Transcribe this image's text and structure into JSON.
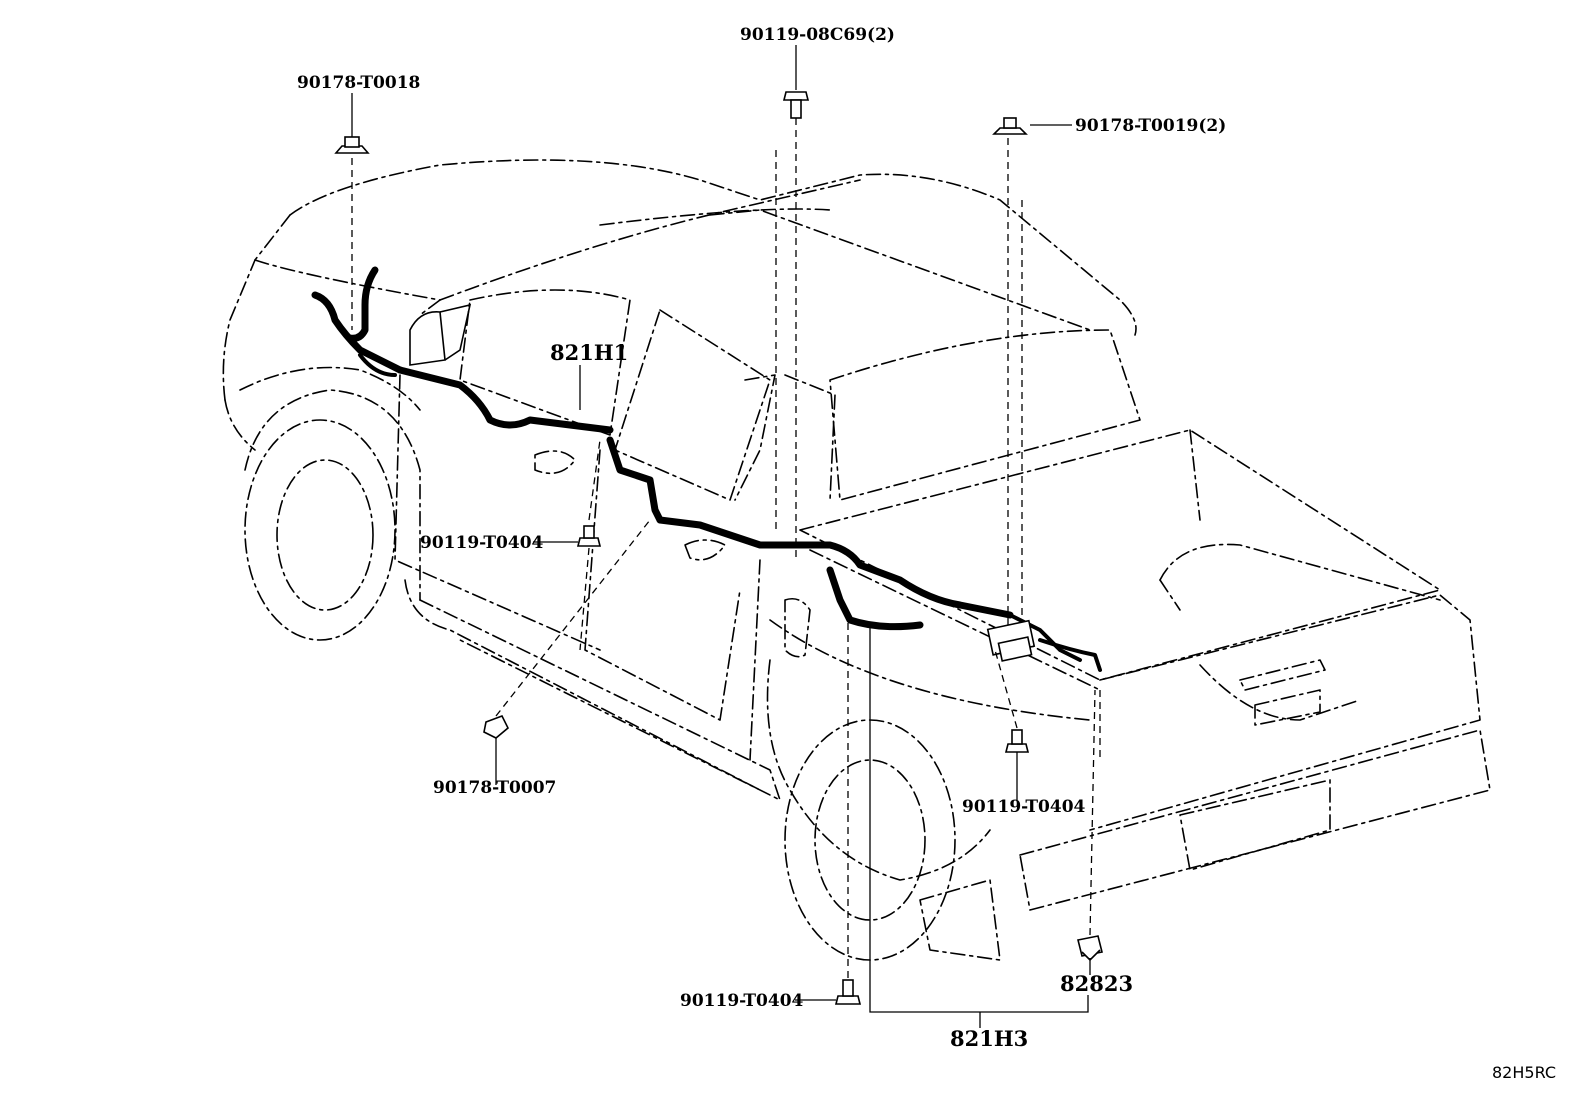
{
  "labels": {
    "bolt_top_center": "90119-08C69(2)",
    "clip_top_left": "90178-T0018",
    "clip_top_right": "90178-T0019(2)",
    "harness_front": "821H1",
    "bolt_mid_left": "90119-T0404",
    "nut_lower_left": "90178-T0007",
    "bolt_rear_mid": "90119-T0404",
    "bolt_bottom": "90119-T0404",
    "connector_rear": "82823",
    "harness_rear": "821H3",
    "diagram_code": "82H5RC"
  }
}
